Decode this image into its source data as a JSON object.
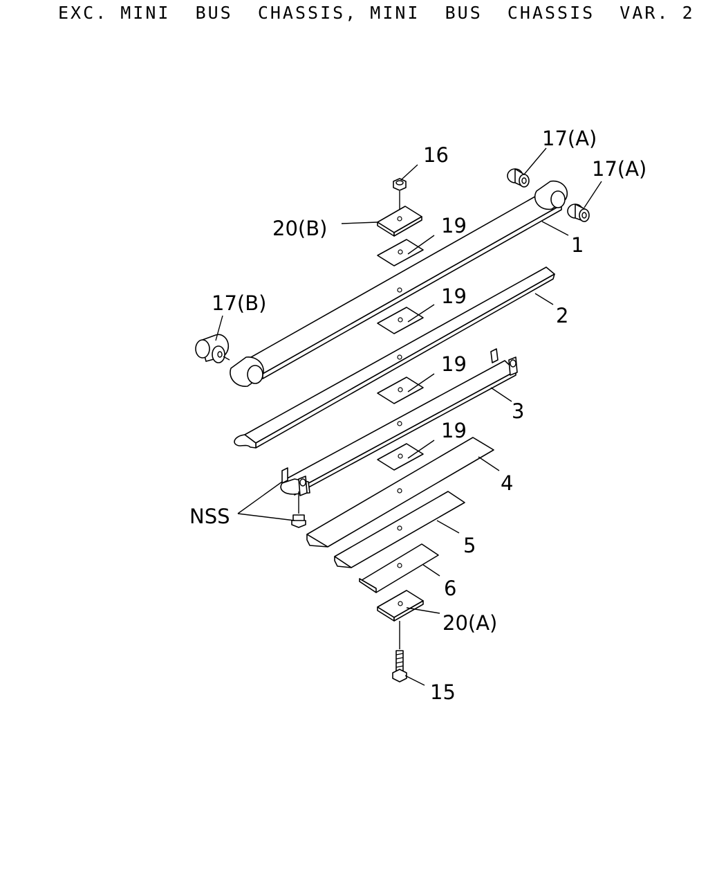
{
  "title": "EXC. MINI  BUS  CHASSIS, MINI  BUS  CHASSIS  VAR. 2",
  "callouts": {
    "p16": "16",
    "p20b": "20(B)",
    "p19a": "19",
    "p19b": "19",
    "p19c": "19",
    "p19d": "19",
    "p17a_top": "17(A)",
    "p17a_right": "17(A)",
    "p17b": "17(B)",
    "p1": "1",
    "p2": "2",
    "p3": "3",
    "p4": "4",
    "p5": "5",
    "p6": "6",
    "nss": "NSS",
    "p20a": "20(A)",
    "p15": "15"
  }
}
